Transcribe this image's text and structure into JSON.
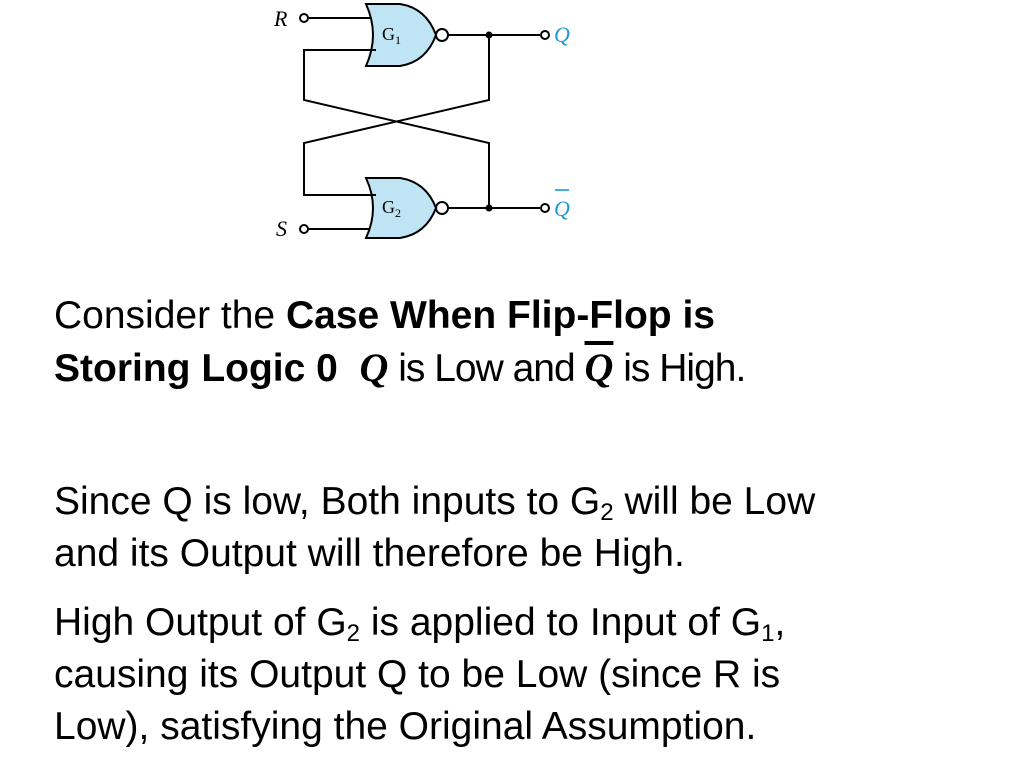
{
  "diagram": {
    "inputs": {
      "r": "R",
      "s": "S"
    },
    "outputs": {
      "q": "Q",
      "q_bar": "Q"
    },
    "gates": [
      {
        "letter": "G",
        "sub": "1"
      },
      {
        "letter": "G",
        "sub": "2"
      }
    ],
    "colors": {
      "gate_fill": "#bfe5f5",
      "output_label": "#1a9ad6",
      "wire": "#000000"
    }
  },
  "text": {
    "p1": {
      "intro": "Consider the ",
      "bold_1": "Case When Flip-Flop is",
      "bold_2": "Storing Logic 0",
      "q": "Q",
      "is_low_and": " is Low and ",
      "q_bar": "Q",
      "is_high": " is High."
    },
    "p2": {
      "line1_a": "Since Q is low, Both inputs to G",
      "line1_sub": "2",
      "line1_b": " will be Low",
      "line2": "and its Output will therefore be High."
    },
    "p3": {
      "line1_a": "High Output of G",
      "line1_sub1": "2",
      "line1_b": " is applied to Input of G",
      "line1_sub2": "1",
      "line1_c": ",",
      "line2": "causing its Output Q to be Low (since R is",
      "line3": "Low), satisfying the Original Assumption."
    }
  }
}
